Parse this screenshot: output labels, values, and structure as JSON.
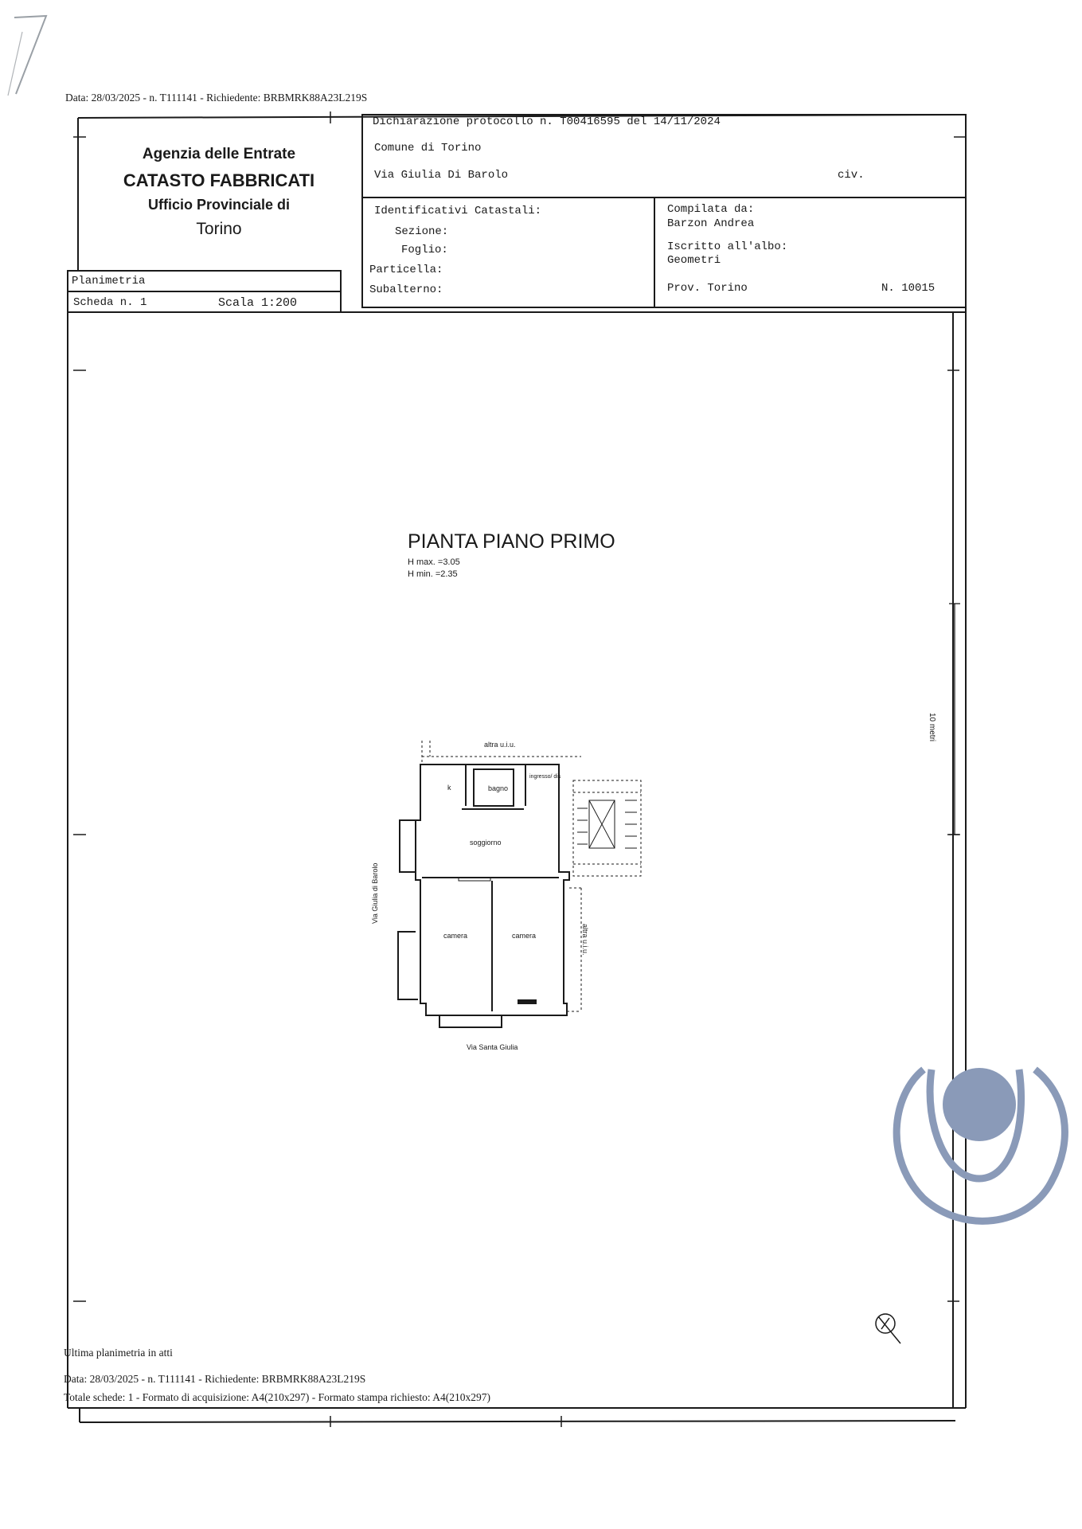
{
  "header": {
    "top_line": "Data: 28/03/2025 - n. T111141 - Richiedente: BRBMRK88A23L219S",
    "agency_line1": "Agenzia delle Entrate",
    "agency_line2": "CATASTO FABBRICATI",
    "agency_line3": "Ufficio Provinciale di",
    "agency_line4": "Torino"
  },
  "declaration": {
    "protocol": "Dichiarazione protocollo n. T00416595 del 14/11/2024",
    "comune": "Comune di Torino",
    "via": "Via Giulia Di Barolo",
    "civ": "civ."
  },
  "identificativi": {
    "title": "Identificativi Catastali:",
    "sezione": "Sezione:",
    "foglio": "Foglio:",
    "particella": "Particella:",
    "subalterno": "Subalterno:"
  },
  "compilata": {
    "label": "Compilata da:",
    "name": "Barzon Andrea",
    "albo_label": "Iscritto all'albo:",
    "albo": "Geometri",
    "prov": "Prov. Torino",
    "numero": "N. 10015"
  },
  "planimetria": {
    "label": "Planimetria",
    "scheda": "Scheda n. 1",
    "scala": "Scala 1:200"
  },
  "plan": {
    "title": "PIANTA PIANO PRIMO",
    "hmax": "H max. =3.05",
    "hmin": "H min. =2.35",
    "scale_bar": "10 metri",
    "street_left": "Via Giulia di Barolo",
    "street_bottom": "Via Santa Giulia",
    "rooms": {
      "altra_uiu_top": "altra u.i.u.",
      "k": "k",
      "bagno": "bagno",
      "ingresso": "ingresso/ dis",
      "soggiorno": "soggiorno",
      "camera1": "camera",
      "camera2": "camera",
      "altra_uiu_side": "altra u.i.u."
    }
  },
  "footer": {
    "ultima": "Ultima planimetria in atti",
    "data_line": "Data: 28/03/2025 - n. T111141 - Richiedente: BRBMRK88A23L219S",
    "totale_line": "Totale schede: 1 - Formato di acquisizione: A4(210x297) - Formato stampa richiesto: A4(210x297)"
  },
  "colors": {
    "ink": "#1a1a1a",
    "watermark": "#8a9ab8"
  }
}
